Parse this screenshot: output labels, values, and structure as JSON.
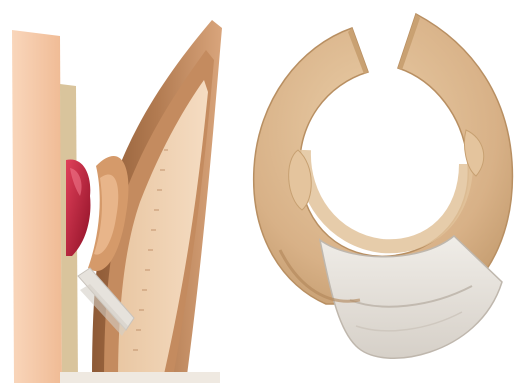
{
  "figure": {
    "panels": [
      {
        "id": "left",
        "subject": "ostomy-stoma-cross-section"
      },
      {
        "id": "right",
        "subject": "ostomy-barrier-ring"
      }
    ],
    "colors": {
      "skin_light": "#f6c9a8",
      "skin_mid": "#e9b085",
      "skin_dark": "#d19a6c",
      "stoma_red": "#c81d3a",
      "stoma_dark": "#8e1026",
      "barrier_tan": "#d9b48a",
      "barrier_dark": "#bf9466",
      "barrier_light": "#e8cba4",
      "pouch_clear": "#e5e1dc",
      "pouch_edge": "#c9c3bc",
      "wall_brown": "#a9734b"
    }
  }
}
